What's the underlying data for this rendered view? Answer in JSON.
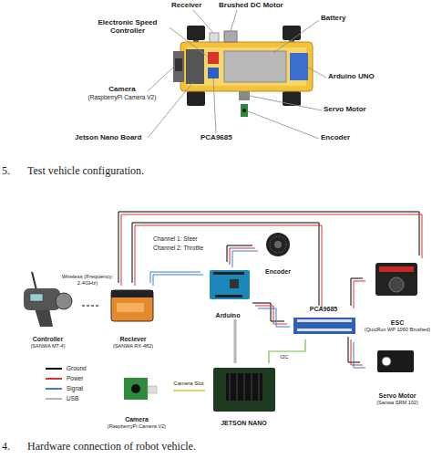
{
  "diagram": {
    "caption": "Hardware connection of robot vehicle.",
    "nodes": [
      {
        "text": [
          "Controller",
          "(SANWA MT-4)"
        ]
      },
      {
        "text": [
          "Reciever",
          "(SANWA RX-482)"
        ]
      },
      {
        "text": [
          "Encoder"
        ]
      },
      {
        "text": [
          "Arduino"
        ]
      },
      {
        "text": [
          "PCA9685"
        ]
      },
      {
        "text": [
          "ESC",
          "(QuicRun WP 1060 Brushed)"
        ]
      },
      {
        "text": [
          "Servo Motor",
          "(Sanwa SRM 102)"
        ]
      },
      {
        "text": [
          "Camera",
          "(RaspberryPi Camera V2)"
        ]
      },
      {
        "text": [
          "JETSON NANO"
        ]
      }
    ],
    "edges": [
      {
        "from": 0,
        "to": 1,
        "label": "Wireless (Frequency: 2.4GHz)",
        "arrow": "none"
      },
      {
        "from": 1,
        "to": 3,
        "arrow": "none"
      },
      {
        "from": 1,
        "to": 5,
        "arrow": "none"
      },
      {
        "from": 1,
        "to": 4,
        "arrow": "none"
      },
      {
        "from": 2,
        "to": 3,
        "arrow": "none"
      },
      {
        "from": 3,
        "to": 4,
        "arrow": "none"
      },
      {
        "from": 4,
        "to": 5,
        "arrow": "none"
      },
      {
        "from": 4,
        "to": 6,
        "arrow": "none"
      },
      {
        "from": 7,
        "to": 8,
        "label": "Camera Slot",
        "arrow": "none"
      },
      {
        "from": 8,
        "to": 4,
        "label": "I2C",
        "arrow": "none"
      },
      {
        "from": 8,
        "to": 3,
        "arrow": "none"
      }
    ],
    "labels": [
      "Receiver",
      "Brushed DC Motor",
      "Electronic Speed Controller",
      "Battery",
      "Arduino UNO",
      "Camera",
      "(RaspberryPi Camera V2)",
      "Servo Motor",
      "Jetson Nano Board",
      "PCA9685",
      "Encoder",
      "5.",
      "Test vehicle configuration.",
      "Channel 1: Steer",
      "Channel 2: Throttle",
      "4."
    ],
    "legend": [
      {
        "text": "Ground",
        "color": "#000000"
      },
      {
        "text": "Power",
        "color": "#e03030"
      },
      {
        "text": "Signal",
        "color": "#3b7dd8"
      },
      {
        "text": "USB",
        "color": "#b5b5b5"
      }
    ]
  }
}
